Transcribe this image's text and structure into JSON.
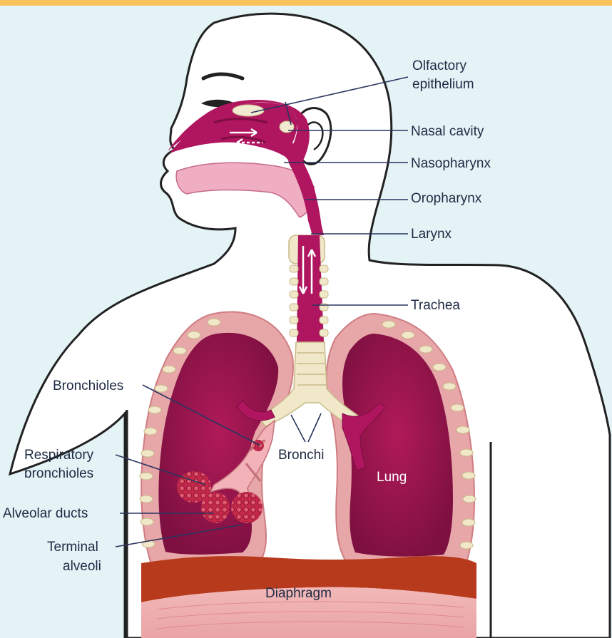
{
  "colors": {
    "background": "#e3f3f6",
    "top_bar": "#f6c35c",
    "airway": "#b0155f",
    "lung_outer": "#e7a6a8",
    "lung_inner": "#8e1448",
    "cartilage": "#f0e8c8",
    "diaphragm": "#b83a1c",
    "leader_line": "#2b3560"
  },
  "labels": {
    "olfactory_1": "Olfactory",
    "olfactory_2": "epithelium",
    "nasal_cavity": "Nasal cavity",
    "nasopharynx": "Nasopharynx",
    "oropharynx": "Oropharynx",
    "larynx": "Larynx",
    "trachea": "Trachea",
    "bronchioles": "Bronchioles",
    "resp_bronchioles_1": "Respiratory",
    "resp_bronchioles_2": "bronchioles",
    "alveolar_ducts": "Alveolar ducts",
    "terminal_alveoli_1": "Terminal",
    "terminal_alveoli_2": "alveoli",
    "bronchi": "Bronchi",
    "lung": "Lung",
    "diaphragm": "Diaphragm"
  }
}
